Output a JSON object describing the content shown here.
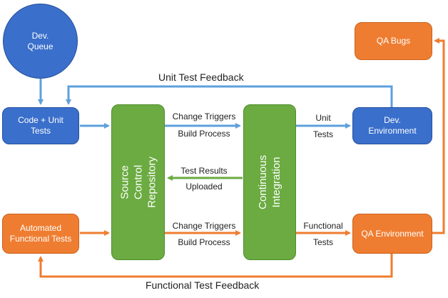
{
  "nodes": {
    "dev_queue": "Dev.\nQueue",
    "code_unit_tests": "Code + Unit\nTests",
    "source_control": {
      "line1": "Source Control",
      "line2": "Repository"
    },
    "ci": {
      "line1": "Continuous",
      "line2": "Integration"
    },
    "dev_env": "Dev.\nEnvironment",
    "qa_bugs": "QA Bugs",
    "automated_tests": "Automated\nFunctional Tests",
    "qa_env": "QA Environment"
  },
  "labels": {
    "unit_test_feedback": "Unit Test Feedback",
    "change_triggers_top": "Change Triggers",
    "build_process_top": "Build Process",
    "unit": "Unit",
    "tests_top": "Tests",
    "test_results": "Test Results",
    "uploaded": "Uploaded",
    "change_triggers_bottom": "Change Triggers",
    "build_process_bottom": "Build Process",
    "functional": "Functional",
    "tests_bottom": "Tests",
    "functional_test_feedback": "Functional Test Feedback"
  },
  "colors": {
    "blue": "#3a6fcb",
    "orange": "#ef7d31",
    "green": "#6bab41",
    "blue_arrow": "#5ea0dc",
    "orange_arrow": "#ef7d31",
    "green_arrow": "#6bab41"
  }
}
